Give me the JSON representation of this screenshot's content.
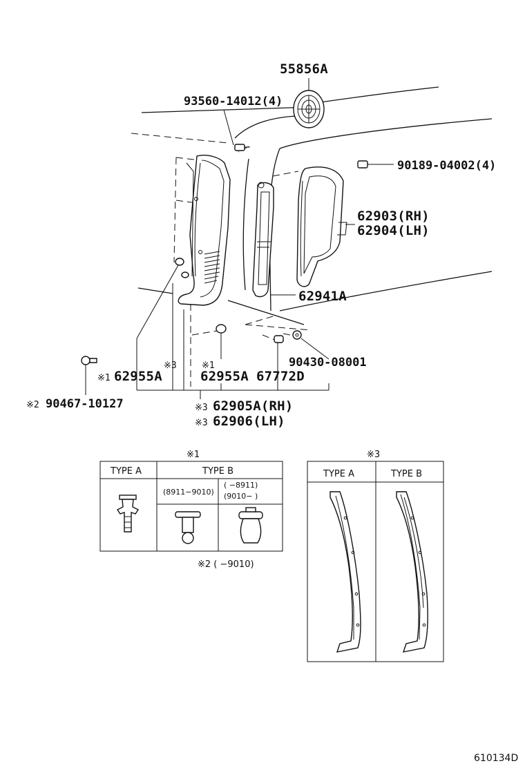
{
  "labels": {
    "p55856a": "55856A",
    "p93560": "93560-14012(4)",
    "p90189": "90189-04002(4)",
    "p62903": "62903(RH)",
    "p62904": "62904(LH)",
    "p62941a": "62941A",
    "p90430": "90430-08001",
    "p62955a_1": "62955A",
    "p62955a_2": "62955A",
    "p67772d": "67772D",
    "p90467": "90467-10127",
    "p62905a": "62905A(RH)",
    "p62906": "62906(LH)"
  },
  "marks": {
    "m1": "※1",
    "m2": "※2",
    "m3": "※3"
  },
  "table1": {
    "title": "※1",
    "type_a": "TYPE A",
    "type_b": "TYPE B",
    "range_1": "(8911−9010)",
    "range_2a": "(      −8911)",
    "range_2b": "(9010−      )",
    "note": "※2 (      −9010)"
  },
  "table3": {
    "title": "※3",
    "type_a": "TYPE A",
    "type_b": "TYPE B"
  },
  "catalog_code": "610134D"
}
